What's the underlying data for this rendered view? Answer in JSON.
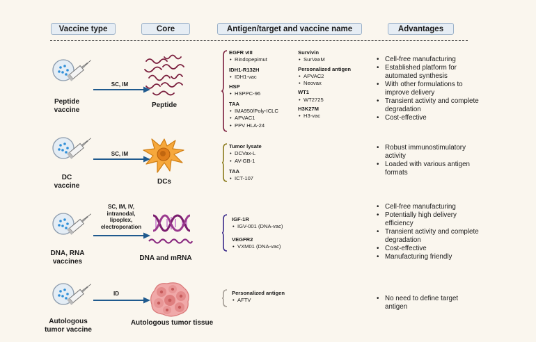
{
  "headers": {
    "vaccine_type": "Vaccine type",
    "core": "Core",
    "antigen": "Antigen/target and vaccine name",
    "advantages": "Advantages"
  },
  "rows": [
    {
      "vaccine": [
        "Peptide",
        "vaccine"
      ],
      "route": [
        "SC, IM"
      ],
      "core": "Peptide",
      "antigens_left": [
        {
          "title": "EGFR vIII",
          "items": [
            "Rindopepimut"
          ]
        },
        {
          "title": "IDH1-R132H",
          "items": [
            "IDH1-vac"
          ]
        },
        {
          "title": "HSP",
          "items": [
            "HSPPC-96"
          ]
        },
        {
          "title": "TAA",
          "items": [
            "IMA950/Poly-ICLC",
            "APVAC1",
            "PPV HLA-24"
          ]
        }
      ],
      "antigens_right": [
        {
          "title": "Survivin",
          "items": [
            "SurVaxM"
          ]
        },
        {
          "title": "Personalized antigen",
          "items": [
            "APVAC2",
            "Neovax"
          ]
        },
        {
          "title": "WT1",
          "items": [
            "WT2725"
          ]
        },
        {
          "title": "H3K27M",
          "items": [
            "H3-vac"
          ]
        }
      ],
      "advantages": [
        "Cell-free manufacturing",
        "Established platform for automated synthesis",
        "With other formulations to improve delivery",
        "Transient activity and complete degradation",
        "Cost-effective"
      ]
    },
    {
      "vaccine": [
        "DC",
        "vaccine"
      ],
      "route": [
        "SC, IM"
      ],
      "core": "DCs",
      "antigens_left": [
        {
          "title": "Tumor lysate",
          "items": [
            "DCVax-L",
            "AV-GB-1"
          ]
        },
        {
          "title": "TAA",
          "items": [
            "ICT-107"
          ]
        }
      ],
      "advantages": [
        "Robust immunostimulatory activity",
        "Loaded with various antigen formats"
      ]
    },
    {
      "vaccine": [
        "DNA, RNA",
        "vaccines"
      ],
      "route": [
        "SC, IM, IV,",
        "intranodal,",
        "lipoplex,",
        "electroporation"
      ],
      "core": "DNA and mRNA",
      "antigens_left": [
        {
          "title": "IGF-1R",
          "items": [
            "IGV-001 (DNA-vac)"
          ]
        },
        {
          "title": "VEGFR2",
          "items": [
            "VXM01 (DNA-vac)"
          ]
        }
      ],
      "advantages": [
        "Cell-free manufacturing",
        "Potentially high delivery efficiency",
        "Transient activity and complete degradation",
        "Cost-effective",
        "Manufacturing friendly"
      ]
    },
    {
      "vaccine": [
        "Autologous",
        "tumor vaccine"
      ],
      "route": [
        "ID"
      ],
      "core": "Autologous tumor tissue",
      "antigens_left": [
        {
          "title": "Personalized antigen",
          "items": [
            "AFTV"
          ]
        }
      ],
      "advantages": [
        "No need to define target antigen"
      ]
    }
  ]
}
